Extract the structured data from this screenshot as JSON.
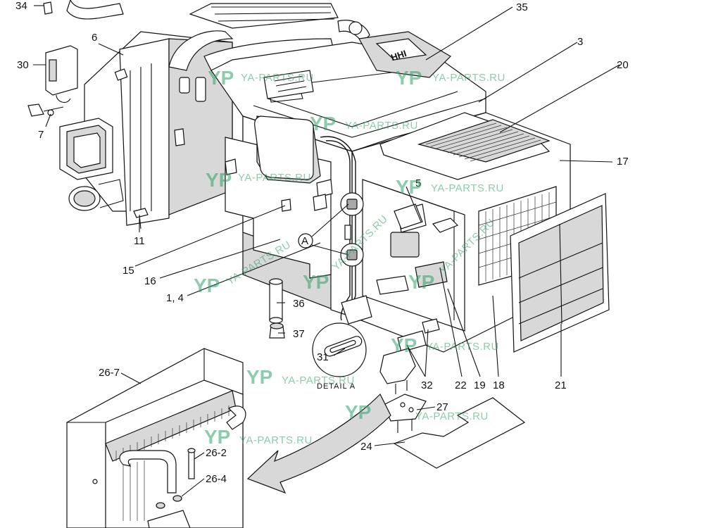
{
  "labels": {
    "l34": "34",
    "l6": "6",
    "l30": "30",
    "l7": "7",
    "l11": "11",
    "l15": "15",
    "l16": "16",
    "l14": "1, 4",
    "l36": "36",
    "l37": "37",
    "l35": "35",
    "l3": "3",
    "l20": "20",
    "l17": "17",
    "l5": "5",
    "l31": "31",
    "l32": "32",
    "l22": "22",
    "l19": "19",
    "l18": "18",
    "l21": "21",
    "l267": "26-7",
    "l262": "26-2",
    "l264": "26-4",
    "l27": "27",
    "l24": "24",
    "callout_a": "A"
  },
  "detail_caption": "DETAIL A",
  "brand_plate": "HHI",
  "watermark": {
    "text": "YA-PARTS.RU",
    "logo": "YP",
    "color": "#2ea36a"
  }
}
